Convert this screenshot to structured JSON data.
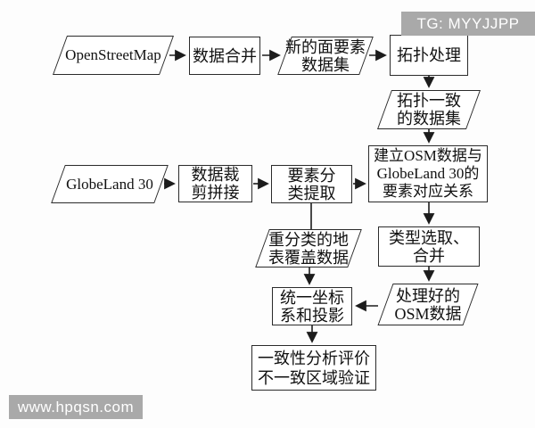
{
  "title": "OSM / GlobeLand 30 land-cover consistency analysis flowchart",
  "colors": {
    "background": "#fdfdfd",
    "line": "#1c1c1c",
    "box_border": "#2b2b2b",
    "box_fill": "#ffffff",
    "text": "#111111",
    "watermark_bg": "#a9a9a9",
    "watermark_text": "#ffffff"
  },
  "watermarks": {
    "top": "TG: MYYJJPP",
    "bottom": "www.hpqsn.com"
  },
  "nodes": {
    "openstreetmap": {
      "shape": "parallelogram",
      "lines": [
        "OpenStreetMap"
      ]
    },
    "data_merge": {
      "shape": "rect",
      "lines": [
        "数据合并"
      ]
    },
    "new_polygon_dataset": {
      "shape": "parallelogram",
      "lines": [
        "新的面要素",
        "数据集"
      ]
    },
    "topology_processing": {
      "shape": "rect",
      "lines": [
        "拓扑处理"
      ]
    },
    "topology_consistent_dataset": {
      "shape": "parallelogram",
      "lines": [
        "拓扑一致",
        "的数据集"
      ]
    },
    "build_correspondence": {
      "shape": "rect",
      "lines": [
        "建立OSM数据与",
        "GlobeLand 30的",
        "要素对应关系"
      ]
    },
    "globeland30": {
      "shape": "parallelogram",
      "lines": [
        "GlobeLand 30"
      ]
    },
    "clip_mosaic": {
      "shape": "rect",
      "lines": [
        "数据裁",
        "剪拼接"
      ]
    },
    "feature_extraction": {
      "shape": "rect",
      "lines": [
        "要素分",
        "类提取"
      ]
    },
    "reclassified_landcover": {
      "shape": "parallelogram",
      "lines": [
        "重分类的地",
        "表覆盖数据"
      ]
    },
    "type_selection_merge": {
      "shape": "rect",
      "lines": [
        "类型选取、",
        "合并"
      ]
    },
    "unify_crs_projection": {
      "shape": "rect",
      "lines": [
        "统一坐标",
        "系和投影"
      ]
    },
    "processed_osm": {
      "shape": "parallelogram",
      "lines": [
        "处理好的",
        "OSM数据"
      ]
    },
    "consistency_analysis": {
      "shape": "rect",
      "lines": [
        "一致性分析评价",
        "不一致区域验证"
      ]
    }
  }
}
